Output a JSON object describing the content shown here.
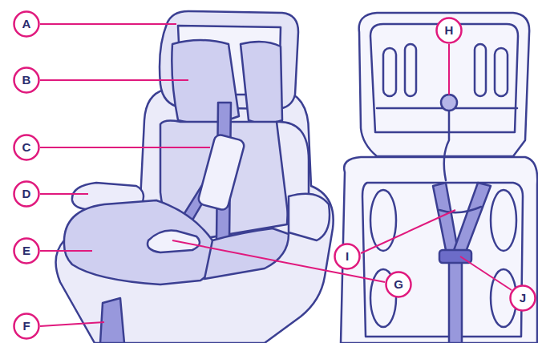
{
  "diagram": {
    "nodes": [
      {
        "text": [
          "A"
        ]
      },
      {
        "text": [
          "B"
        ]
      },
      {
        "text": [
          "C"
        ]
      },
      {
        "text": [
          "D"
        ]
      },
      {
        "text": [
          "E"
        ]
      },
      {
        "text": [
          "F"
        ]
      },
      {
        "text": [
          "G"
        ]
      },
      {
        "text": [
          "H"
        ]
      },
      {
        "text": [
          "I"
        ]
      },
      {
        "text": [
          "J"
        ]
      }
    ]
  }
}
